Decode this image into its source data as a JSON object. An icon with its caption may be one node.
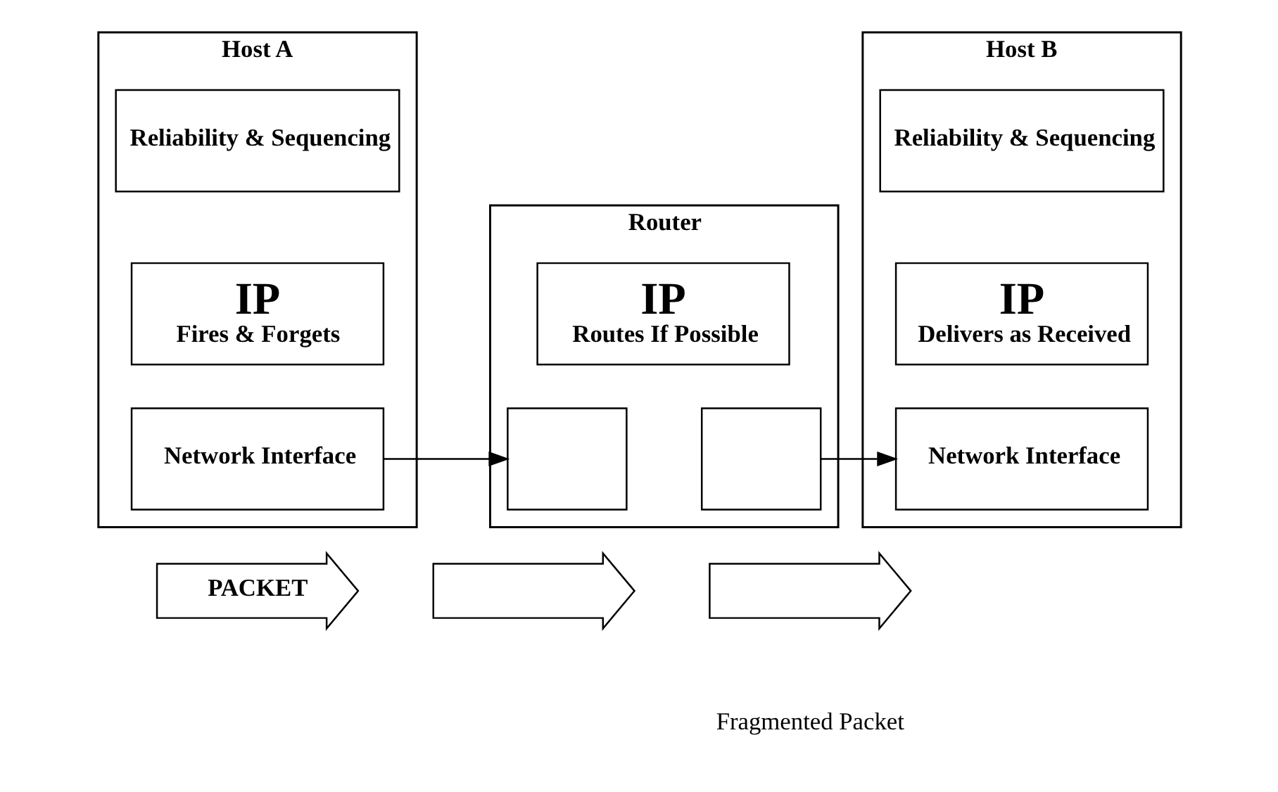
{
  "diagram": {
    "nodes": [
      {
        "text": [
          "Host A"
        ]
      },
      {
        "text": [
          "Reliability & Sequencing"
        ],
        "in": 0
      },
      {
        "text": [
          "IP",
          "Fires & Forgets"
        ],
        "in": 0
      },
      {
        "text": [
          "Network Interface"
        ],
        "in": 0
      },
      {
        "text": [
          "Router"
        ]
      },
      {
        "text": [
          "IP",
          "Routes If Possible"
        ],
        "in": 4
      },
      {
        "text": [],
        "shape": "box",
        "in": 4
      },
      {
        "text": [],
        "shape": "box",
        "in": 4
      },
      {
        "text": [
          "Host B"
        ]
      },
      {
        "text": [
          "Reliability & Sequencing"
        ],
        "in": 8
      },
      {
        "text": [
          "IP",
          "Delivers as Received"
        ],
        "in": 8
      },
      {
        "text": [
          "Network Interface"
        ],
        "in": 8
      },
      {
        "text": [
          "PACKET"
        ]
      },
      {
        "text": [],
        "shape": "arrow"
      },
      {
        "text": [],
        "shape": "arrow"
      }
    ],
    "edges": [
      {
        "from": 3,
        "to": 6,
        "arrow": "to"
      },
      {
        "from": 7,
        "to": 11,
        "arrow": "to"
      }
    ],
    "labels": [
      "Fragmented Packet"
    ]
  }
}
